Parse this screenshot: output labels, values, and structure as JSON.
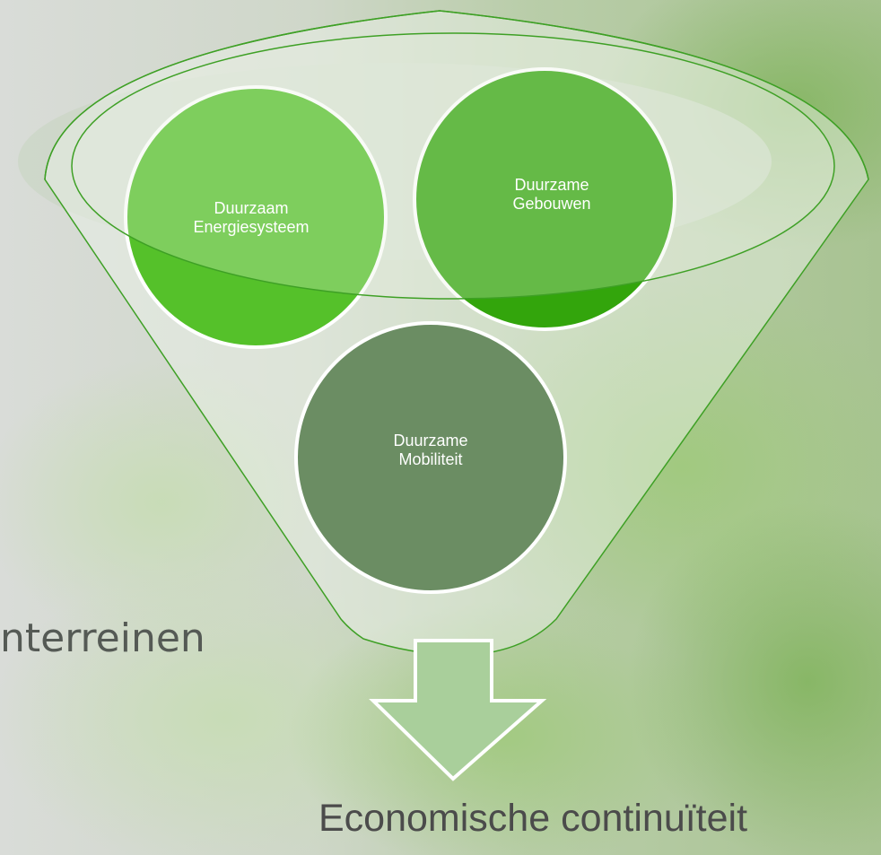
{
  "diagram": {
    "circles": [
      {
        "id": "energie",
        "label_line1": "Duurzaam",
        "label_line2": "Energiesysteem",
        "color": "#55c12a"
      },
      {
        "id": "gebouwen",
        "label_line1": "Duurzame",
        "label_line2": "Gebouwen",
        "color": "#33a50c"
      },
      {
        "id": "mobiliteit",
        "label_line1": "Duurzame",
        "label_line2": "Mobiliteit",
        "color": "#6b8d63"
      }
    ],
    "funnel_stroke_color": "#3ea025",
    "arrow_color": "#a9cf9b",
    "arrow_stroke_color": "#ffffff"
  },
  "background_text": "nterreinen",
  "outcome": "Economische continuïteit"
}
